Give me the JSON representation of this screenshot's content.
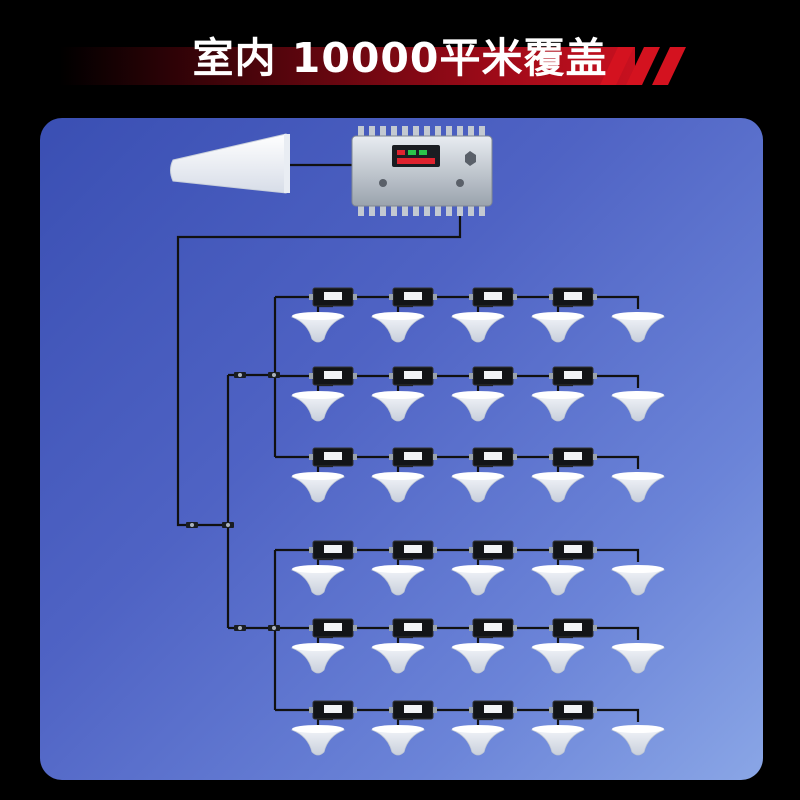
{
  "header": {
    "title": "室内 10000平米覆盖"
  },
  "diagram": {
    "outdoor_antenna_icon": "yagi-panel-antenna-icon",
    "repeater_icon": "signal-repeater-amplifier-icon",
    "splitter_icon": "coupler-splitter-icon",
    "ceiling_antenna_icon": "ceiling-antenna-icon",
    "groups": 2,
    "rows_per_group": 3,
    "couplers_per_row": 4,
    "ceiling_antennas_per_row": 5,
    "colors": {
      "background": "#000000",
      "title_band": "#c8101f",
      "panel_start": "#3a4fb3",
      "panel_end": "#8aa6e6",
      "cable": "#111111"
    }
  }
}
